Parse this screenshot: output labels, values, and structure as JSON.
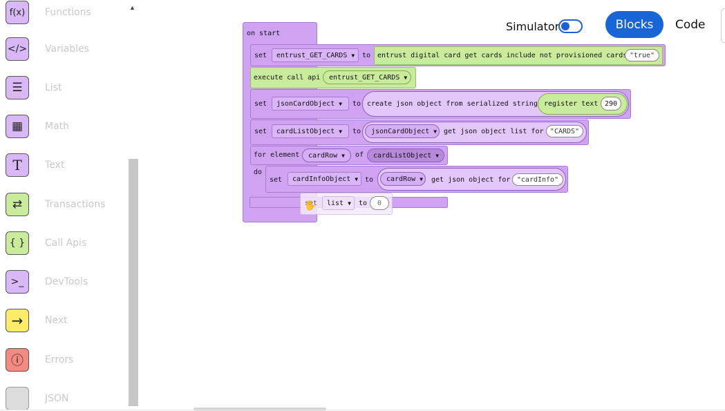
{
  "sidebar": {
    "items": [
      {
        "label": "Functions",
        "icon": "f(x)",
        "color": "#d9b8f7"
      },
      {
        "label": "Variables",
        "icon": "</>",
        "color": "#d9b8f7"
      },
      {
        "label": "List",
        "icon": "☰",
        "color": "#d9b8f7"
      },
      {
        "label": "Math",
        "icon": "▦",
        "color": "#d9b8f7"
      },
      {
        "label": "Text",
        "icon": "T",
        "color": "#d9b8f7"
      },
      {
        "label": "Transactions",
        "icon": "⇄",
        "color": "#c9ec9c"
      },
      {
        "label": "Call Apis",
        "icon": "{ }",
        "color": "#c9ec9c"
      },
      {
        "label": "DevTools",
        "icon": ">_",
        "color": "#d9b8f7"
      },
      {
        "label": "Next",
        "icon": "→",
        "color": "#fdec6a"
      },
      {
        "label": "Errors",
        "icon": "ⓘ",
        "color": "#f48a82"
      },
      {
        "label": "JSON",
        "icon": "",
        "color": "#dcdcdc"
      }
    ]
  },
  "topbar": {
    "simulator_label": "Simulator",
    "blocks_label": "Blocks",
    "code_label": "Code"
  },
  "blocks": {
    "on_start": "on start",
    "set1": {
      "kw": "set",
      "var": "entrust_GET_CARDS",
      "to": "to",
      "fn": "entrust digital card get cards include not provisioned cards",
      "arg": "\"true\""
    },
    "exec": {
      "kw": "execute call api",
      "var": "entrust_GET_CARDS"
    },
    "set2": {
      "kw": "set",
      "var": "jsonCardObject",
      "to": "to",
      "fn": "create json object from serialized string",
      "inner": "register text",
      "num": "290"
    },
    "set3": {
      "kw": "set",
      "var": "cardListObject",
      "to": "to",
      "obj": "jsonCardObject",
      "fn": "get json object list for",
      "arg": "\"CARDS\""
    },
    "for": {
      "kw": "for element",
      "var": "cardRow",
      "of": "of",
      "list": "cardListObject",
      "do": "do"
    },
    "set4": {
      "kw": "set",
      "var": "cardInfoObject",
      "to": "to",
      "obj": "cardRow",
      "fn": "get json object for",
      "arg": "\"cardInfo\""
    },
    "drag": {
      "kw": "set",
      "var": "list",
      "to": "to",
      "num": "0"
    }
  }
}
